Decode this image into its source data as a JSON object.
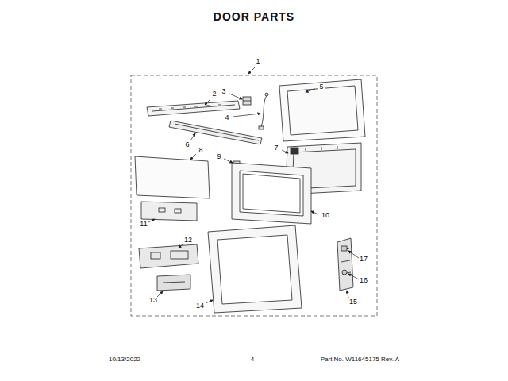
{
  "diagram": {
    "title": "DOOR PARTS",
    "labels": [
      "1",
      "2",
      "3",
      "4",
      "5",
      "6",
      "7",
      "8",
      "9",
      "10",
      "11",
      "12",
      "13",
      "14",
      "15",
      "16",
      "17",
      "10/13/2022",
      "4",
      "Part No. W11645175 Rev. A"
    ]
  }
}
